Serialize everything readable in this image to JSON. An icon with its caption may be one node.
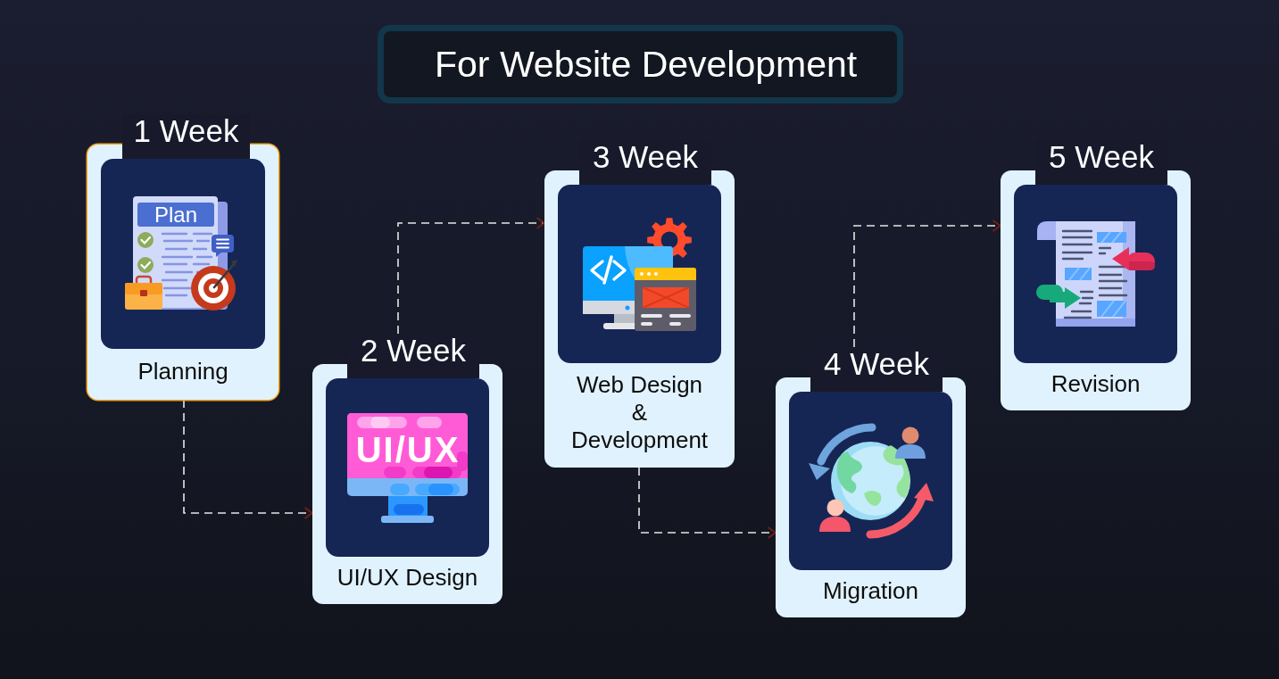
{
  "diagram": {
    "title": "For Website Development",
    "nodes": [
      {
        "text": [
          "1 Week",
          "Planning"
        ]
      },
      {
        "text": [
          "2 Week",
          "UI/UX Design"
        ]
      },
      {
        "text": [
          "3 Week",
          "Web Design & Development"
        ]
      },
      {
        "text": [
          "4 Week",
          "Migration"
        ]
      },
      {
        "text": [
          "5 Week",
          "Revision"
        ]
      }
    ],
    "edges": [
      {
        "from": 0,
        "to": 1,
        "arrow": "to",
        "style": "dashed"
      },
      {
        "from": 1,
        "to": 2,
        "arrow": "to",
        "style": "dashed"
      },
      {
        "from": 2,
        "to": 3,
        "arrow": "to",
        "style": "dashed"
      },
      {
        "from": 3,
        "to": 4,
        "arrow": "to",
        "style": "dashed"
      }
    ],
    "labels": [
      "Plan",
      "UI/UX"
    ]
  }
}
